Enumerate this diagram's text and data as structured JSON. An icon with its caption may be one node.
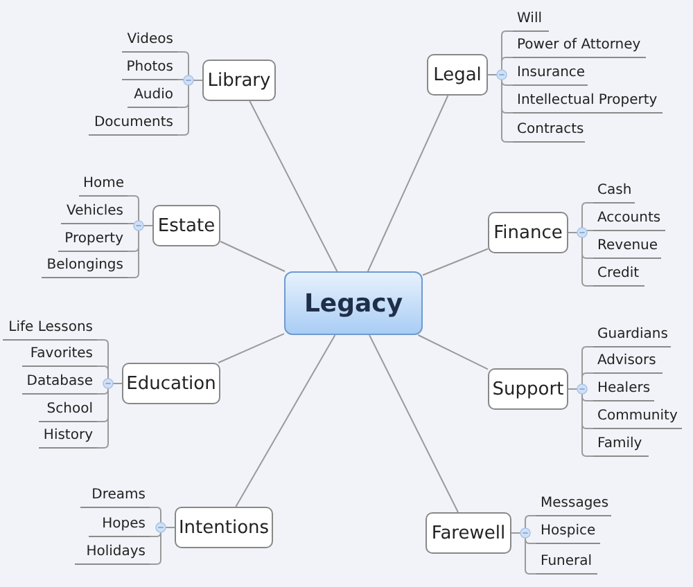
{
  "diagram": {
    "nodes": [
      {
        "text": [
          "Legacy"
        ]
      },
      {
        "text": [
          "Library"
        ]
      },
      {
        "text": [
          "Videos"
        ]
      },
      {
        "text": [
          "Photos"
        ]
      },
      {
        "text": [
          "Audio"
        ]
      },
      {
        "text": [
          "Documents"
        ]
      },
      {
        "text": [
          "Estate"
        ]
      },
      {
        "text": [
          "Home"
        ]
      },
      {
        "text": [
          "Vehicles"
        ]
      },
      {
        "text": [
          "Property"
        ]
      },
      {
        "text": [
          "Belongings"
        ]
      },
      {
        "text": [
          "Education"
        ]
      },
      {
        "text": [
          "Life Lessons"
        ]
      },
      {
        "text": [
          "Favorites"
        ]
      },
      {
        "text": [
          "Database"
        ]
      },
      {
        "text": [
          "School"
        ]
      },
      {
        "text": [
          "History"
        ]
      },
      {
        "text": [
          "Intentions"
        ]
      },
      {
        "text": [
          "Dreams"
        ]
      },
      {
        "text": [
          "Hopes"
        ]
      },
      {
        "text": [
          "Holidays"
        ]
      },
      {
        "text": [
          "Legal"
        ]
      },
      {
        "text": [
          "Will"
        ]
      },
      {
        "text": [
          "Power of Attorney"
        ]
      },
      {
        "text": [
          "Insurance"
        ]
      },
      {
        "text": [
          "Intellectual Property"
        ]
      },
      {
        "text": [
          "Contracts"
        ]
      },
      {
        "text": [
          "Finance"
        ]
      },
      {
        "text": [
          "Cash"
        ]
      },
      {
        "text": [
          "Accounts"
        ]
      },
      {
        "text": [
          "Revenue"
        ]
      },
      {
        "text": [
          "Credit"
        ]
      },
      {
        "text": [
          "Support"
        ]
      },
      {
        "text": [
          "Guardians"
        ]
      },
      {
        "text": [
          "Advisors"
        ]
      },
      {
        "text": [
          "Healers"
        ]
      },
      {
        "text": [
          "Community"
        ]
      },
      {
        "text": [
          "Family"
        ]
      },
      {
        "text": [
          "Farewell"
        ]
      },
      {
        "text": [
          "Messages"
        ]
      },
      {
        "text": [
          "Hospice"
        ]
      },
      {
        "text": [
          "Funeral"
        ]
      }
    ],
    "edges": [
      {
        "from": 0,
        "to": 1,
        "arrow": "none"
      },
      {
        "from": 1,
        "to": 2,
        "arrow": "none"
      },
      {
        "from": 1,
        "to": 3,
        "arrow": "none"
      },
      {
        "from": 1,
        "to": 4,
        "arrow": "none"
      },
      {
        "from": 1,
        "to": 5,
        "arrow": "none"
      },
      {
        "from": 0,
        "to": 6,
        "arrow": "none"
      },
      {
        "from": 6,
        "to": 7,
        "arrow": "none"
      },
      {
        "from": 6,
        "to": 8,
        "arrow": "none"
      },
      {
        "from": 6,
        "to": 9,
        "arrow": "none"
      },
      {
        "from": 6,
        "to": 10,
        "arrow": "none"
      },
      {
        "from": 0,
        "to": 11,
        "arrow": "none"
      },
      {
        "from": 11,
        "to": 12,
        "arrow": "none"
      },
      {
        "from": 11,
        "to": 13,
        "arrow": "none"
      },
      {
        "from": 11,
        "to": 14,
        "arrow": "none"
      },
      {
        "from": 11,
        "to": 15,
        "arrow": "none"
      },
      {
        "from": 11,
        "to": 16,
        "arrow": "none"
      },
      {
        "from": 0,
        "to": 17,
        "arrow": "none"
      },
      {
        "from": 17,
        "to": 18,
        "arrow": "none"
      },
      {
        "from": 17,
        "to": 19,
        "arrow": "none"
      },
      {
        "from": 17,
        "to": 20,
        "arrow": "none"
      },
      {
        "from": 0,
        "to": 21,
        "arrow": "none"
      },
      {
        "from": 21,
        "to": 22,
        "arrow": "none"
      },
      {
        "from": 21,
        "to": 23,
        "arrow": "none"
      },
      {
        "from": 21,
        "to": 24,
        "arrow": "none"
      },
      {
        "from": 21,
        "to": 25,
        "arrow": "none"
      },
      {
        "from": 21,
        "to": 26,
        "arrow": "none"
      },
      {
        "from": 0,
        "to": 27,
        "arrow": "none"
      },
      {
        "from": 27,
        "to": 28,
        "arrow": "none"
      },
      {
        "from": 27,
        "to": 29,
        "arrow": "none"
      },
      {
        "from": 27,
        "to": 30,
        "arrow": "none"
      },
      {
        "from": 27,
        "to": 31,
        "arrow": "none"
      },
      {
        "from": 0,
        "to": 32,
        "arrow": "none"
      },
      {
        "from": 32,
        "to": 33,
        "arrow": "none"
      },
      {
        "from": 32,
        "to": 34,
        "arrow": "none"
      },
      {
        "from": 32,
        "to": 35,
        "arrow": "none"
      },
      {
        "from": 32,
        "to": 36,
        "arrow": "none"
      },
      {
        "from": 32,
        "to": 37,
        "arrow": "none"
      },
      {
        "from": 0,
        "to": 38,
        "arrow": "none"
      },
      {
        "from": 38,
        "to": 39,
        "arrow": "none"
      },
      {
        "from": 38,
        "to": 40,
        "arrow": "none"
      },
      {
        "from": 38,
        "to": 41,
        "arrow": "none"
      }
    ]
  }
}
